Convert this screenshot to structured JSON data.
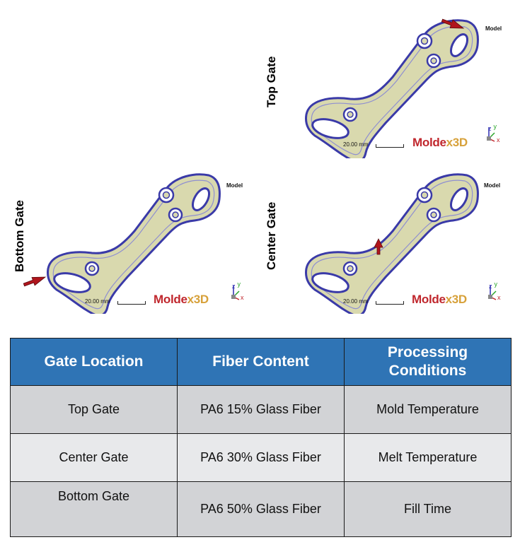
{
  "panels": [
    {
      "id": "top",
      "gate_label": "Top Gate",
      "model_tag": "Model",
      "scale_text": "20.00 mm",
      "brand_main": "Molde",
      "brand_accent": "x3D"
    },
    {
      "id": "bottom",
      "gate_label": "Bottom Gate",
      "model_tag": "Model",
      "scale_text": "20.00 mm",
      "brand_main": "Molde",
      "brand_accent": "x3D"
    },
    {
      "id": "center",
      "gate_label": "Center Gate",
      "model_tag": "Model",
      "scale_text": "20.00 mm",
      "brand_main": "Molde",
      "brand_accent": "x3D"
    }
  ],
  "axis_labels": {
    "z": "z",
    "y": "y",
    "x": "x"
  },
  "table": {
    "headers": [
      "Gate Location",
      "Fiber Content",
      "Processing Conditions"
    ],
    "rows": [
      [
        "Top Gate",
        "PA6 15% Glass Fiber",
        "Mold Temperature"
      ],
      [
        "Center Gate",
        "PA6 30% Glass Fiber",
        "Melt Temperature"
      ],
      [
        "Bottom Gate",
        "PA6 50% Glass Fiber",
        "Fill Time"
      ]
    ]
  },
  "colors": {
    "part_fill": "#d9d9ae",
    "part_edge": "#3a3aa8",
    "gate_arrow": "#b0151c",
    "header_bg": "#2f74b5",
    "brand_red": "#c0272d",
    "brand_gold": "#d7a13a"
  },
  "icons": [
    "gate-arrow-icon",
    "axis-triad-icon"
  ]
}
